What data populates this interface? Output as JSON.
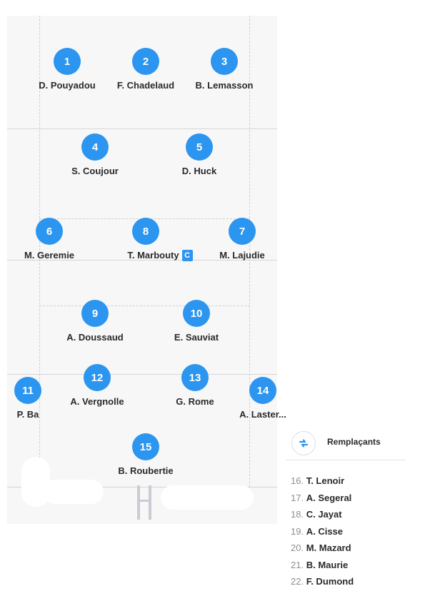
{
  "lineup": [
    {
      "number": "1",
      "name": "D. Pouyadou"
    },
    {
      "number": "2",
      "name": "F. Chadelaud"
    },
    {
      "number": "3",
      "name": "B. Lemasson"
    },
    {
      "number": "4",
      "name": "S. Coujour"
    },
    {
      "number": "5",
      "name": "D. Huck"
    },
    {
      "number": "6",
      "name": "M. Geremie"
    },
    {
      "number": "8",
      "name": "T. Marbouty",
      "captain_label": "C"
    },
    {
      "number": "7",
      "name": "M. Lajudie"
    },
    {
      "number": "9",
      "name": "A. Doussaud"
    },
    {
      "number": "10",
      "name": "E. Sauviat"
    },
    {
      "number": "11",
      "name": "P. Ba"
    },
    {
      "number": "12",
      "name": "A. Vergnolle"
    },
    {
      "number": "13",
      "name": "G. Rome"
    },
    {
      "number": "14",
      "name": "A. Laster..."
    },
    {
      "number": "15",
      "name": "B. Roubertie"
    }
  ],
  "substitutes": {
    "title": "Remplaçants",
    "icon": "swap-icon",
    "items": [
      {
        "number": "16.",
        "name": "T. Lenoir"
      },
      {
        "number": "17.",
        "name": "A. Segeral"
      },
      {
        "number": "18.",
        "name": "C. Jayat"
      },
      {
        "number": "19.",
        "name": "A. Cisse"
      },
      {
        "number": "20.",
        "name": "M. Mazard"
      },
      {
        "number": "21.",
        "name": "B. Maurie"
      },
      {
        "number": "22.",
        "name": "F. Dumond"
      }
    ]
  },
  "colors": {
    "accent": "#2b95f0",
    "pitch": "#f7f7f8",
    "text": "#2a2a2a"
  }
}
